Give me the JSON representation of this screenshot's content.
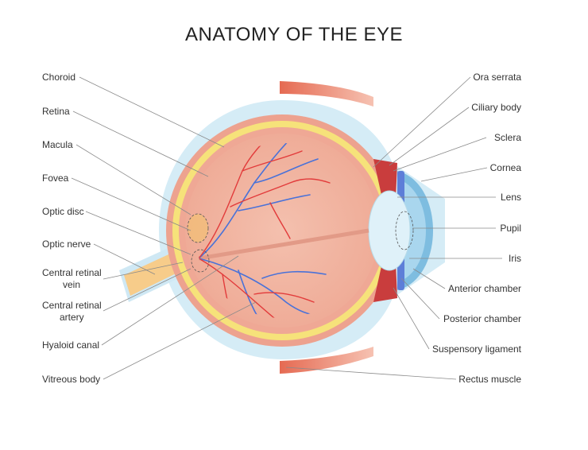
{
  "title": "ANATOMY OF THE EYE",
  "labels_left": [
    {
      "id": "choroid",
      "text": "Choroid"
    },
    {
      "id": "retina",
      "text": "Retina"
    },
    {
      "id": "macula",
      "text": "Macula"
    },
    {
      "id": "fovea",
      "text": "Fovea"
    },
    {
      "id": "optic-disc",
      "text": "Optic disc"
    },
    {
      "id": "optic-nerve",
      "text": "Optic nerve"
    },
    {
      "id": "central-retinal-vein",
      "line1": "Central retinal",
      "line2": "vein"
    },
    {
      "id": "central-retinal-artery",
      "line1": "Central retinal",
      "line2": "artery"
    },
    {
      "id": "hyaloid-canal",
      "text": "Hyaloid canal"
    },
    {
      "id": "vitreous-body",
      "text": "Vitreous body"
    }
  ],
  "labels_right": [
    {
      "id": "ora-serrata",
      "text": "Ora serrata"
    },
    {
      "id": "ciliary-body",
      "text": "Ciliary body"
    },
    {
      "id": "sclera",
      "text": "Sclera"
    },
    {
      "id": "cornea",
      "text": "Cornea"
    },
    {
      "id": "lens",
      "text": "Lens"
    },
    {
      "id": "pupil",
      "text": "Pupil"
    },
    {
      "id": "iris",
      "text": "Iris"
    },
    {
      "id": "anterior-chamber",
      "text": "Anterior chamber"
    },
    {
      "id": "posterior-chamber",
      "text": "Posterior chamber"
    },
    {
      "id": "suspensory-ligament",
      "text": "Suspensory ligament"
    },
    {
      "id": "rectus-muscle",
      "text": "Rectus muscle"
    }
  ],
  "colors": {
    "sclera_outer": "#d5ecf6",
    "sclera": "#eda28f",
    "choroid": "#f6e27a",
    "retina": "#efa895",
    "vitreous": "#f2b6a4",
    "cornea": "#7ebde0",
    "lens": "#dff1f9",
    "iris": "#5d7ed8",
    "muscle": "#e9785e",
    "artery": "#e23b3b",
    "vein": "#4a72d8",
    "optic_nerve": "#f7cc8a",
    "leader_line": "#8a8a8a",
    "text": "#333333"
  }
}
